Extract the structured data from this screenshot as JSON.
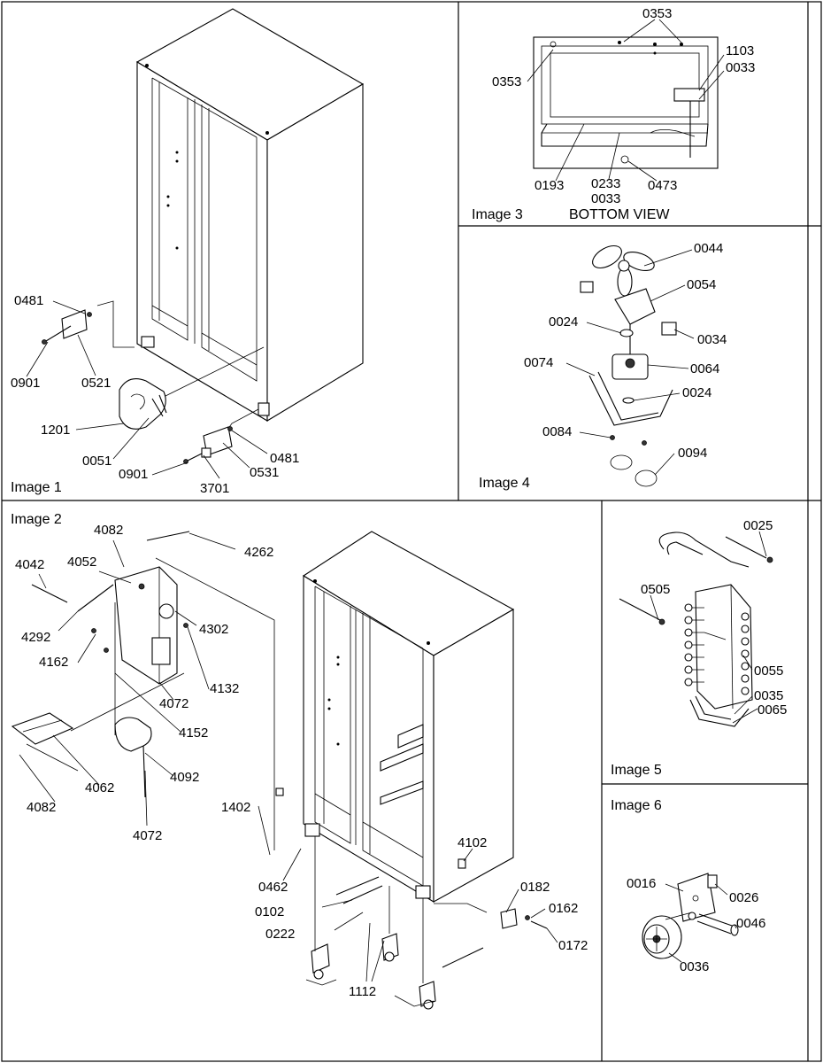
{
  "panels": {
    "image1": {
      "title": "Image 1",
      "labels": [
        "0481",
        "0901",
        "0521",
        "1201",
        "0051",
        "0901",
        "3701",
        "0531",
        "0481"
      ]
    },
    "image2": {
      "title": "Image 2",
      "labels": [
        "4082",
        "4262",
        "4042",
        "4052",
        "4302",
        "4292",
        "4162",
        "4132",
        "4072",
        "4152",
        "4062",
        "4092",
        "4082",
        "4072",
        "1402",
        "0462",
        "4102",
        "0102",
        "0222",
        "0182",
        "0162",
        "0172",
        "1112"
      ]
    },
    "image3": {
      "title": "Image 3",
      "subtitle": "BOTTOM VIEW",
      "labels": [
        "0353",
        "0353",
        "1103",
        "0033",
        "0193",
        "0233",
        "0033",
        "0473"
      ]
    },
    "image4": {
      "title": "Image 4",
      "labels": [
        "0044",
        "0054",
        "0024",
        "0034",
        "0074",
        "0064",
        "0024",
        "0084",
        "0094"
      ]
    },
    "image5": {
      "title": "Image 5",
      "labels": [
        "0025",
        "0505",
        "0055",
        "0035",
        "0065"
      ]
    },
    "image6": {
      "title": "Image 6",
      "labels": [
        "0016",
        "0026",
        "0046",
        "0036"
      ]
    }
  }
}
